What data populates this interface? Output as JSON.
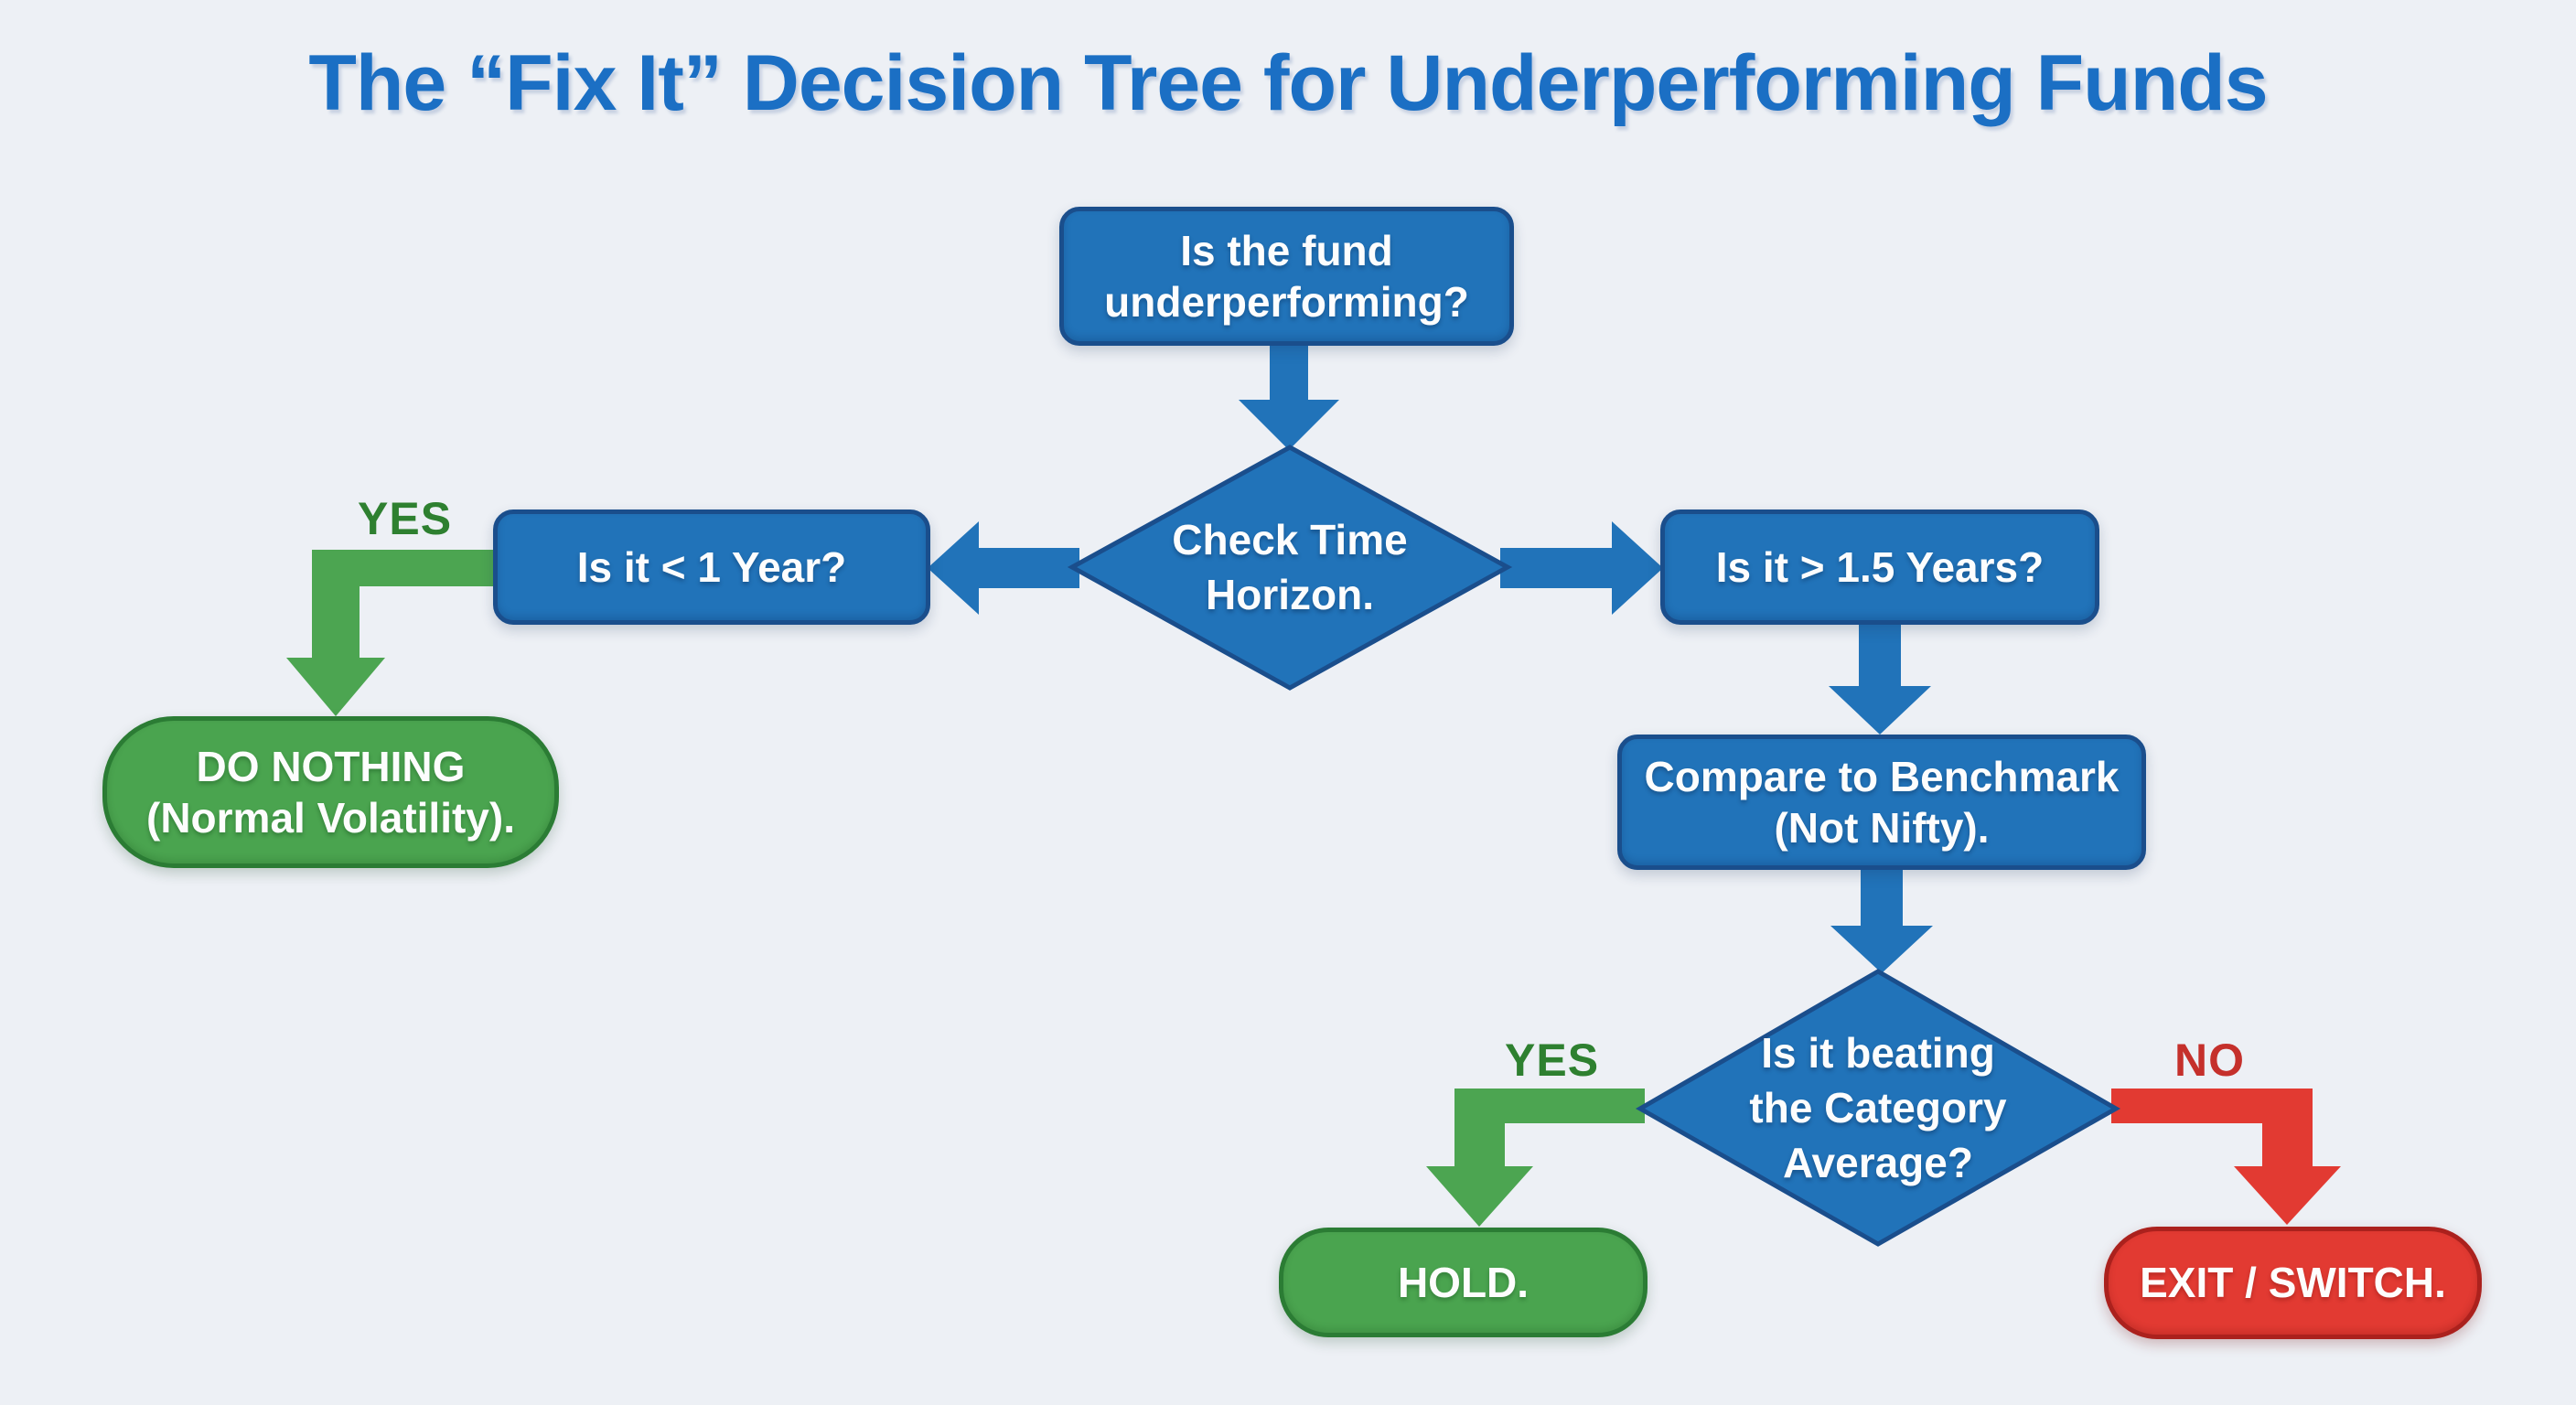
{
  "title": "The “Fix It” Decision Tree for Underperforming Funds",
  "nodes": {
    "start": {
      "lines": [
        "Is the fund",
        "underperforming?"
      ]
    },
    "check_time": {
      "lines": [
        "Check Time",
        "Horizon."
      ]
    },
    "lt_1yr": {
      "lines": [
        "Is it < 1 Year?"
      ]
    },
    "do_nothing": {
      "lines": [
        "DO NOTHING",
        "(Normal Volatility)."
      ]
    },
    "gt_15yr": {
      "lines": [
        "Is it > 1.5 Years?"
      ]
    },
    "compare": {
      "lines": [
        "Compare to Benchmark",
        "(Not Nifty)."
      ]
    },
    "beating": {
      "lines": [
        "Is it beating",
        "the Category",
        "Average?"
      ]
    },
    "hold": {
      "lines": [
        "HOLD."
      ]
    },
    "exit": {
      "lines": [
        "EXIT / SWITCH."
      ]
    }
  },
  "edge_labels": {
    "yes_time": "YES",
    "yes_category": "YES",
    "no_category": "NO"
  },
  "colors": {
    "background": "#edf0f5",
    "title": "#1b6fc4",
    "node_blue": "#2173b9",
    "node_blue_border": "#1a4e8c",
    "arrow_blue": "#2173b9",
    "node_green": "#4aa44f",
    "node_green_border": "#2b7c34",
    "arrow_green": "#4ca551",
    "label_yes_green": "#2e8030",
    "node_red": "#e23a32",
    "node_red_border": "#ab211d",
    "arrow_red": "#e23a32",
    "label_no_red": "#c5302b",
    "node_text": "#fdfdfd"
  }
}
